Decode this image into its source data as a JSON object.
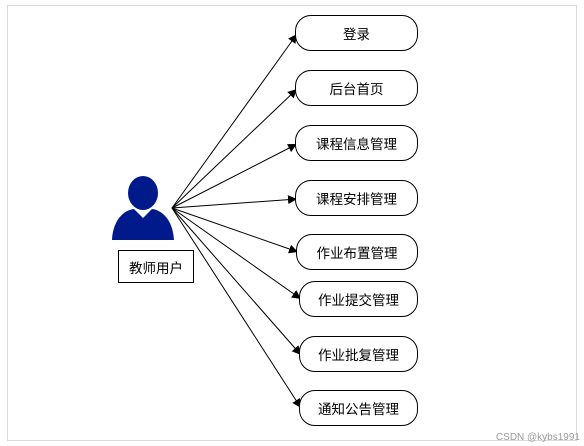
{
  "actor": {
    "label": "教师用户",
    "icon": "person-icon",
    "color": "#001a8c"
  },
  "nodes": [
    {
      "id": "login",
      "label": "登录"
    },
    {
      "id": "home",
      "label": "后台首页"
    },
    {
      "id": "course-info",
      "label": "课程信息管理"
    },
    {
      "id": "course-schedule",
      "label": "课程安排管理"
    },
    {
      "id": "homework-assign",
      "label": "作业布置管理"
    },
    {
      "id": "homework-submit",
      "label": "作业提交管理"
    },
    {
      "id": "homework-review",
      "label": "作业批复管理"
    },
    {
      "id": "notice",
      "label": "通知公告管理"
    }
  ],
  "watermark": "CSDN @kybs1991"
}
